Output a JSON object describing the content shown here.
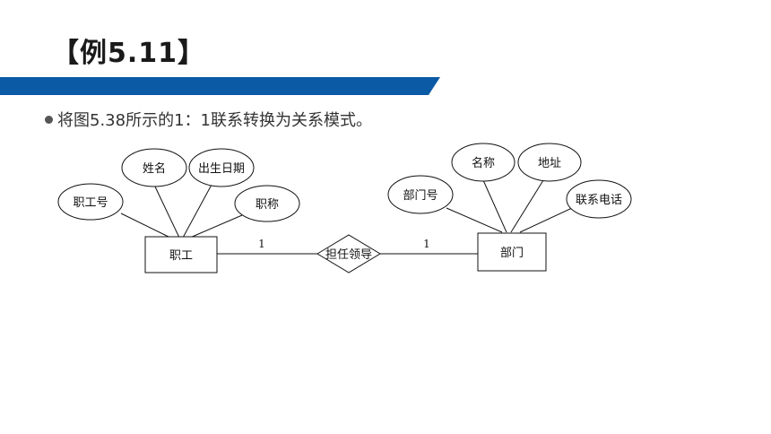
{
  "slide": {
    "title": "【例5.11】",
    "bullet": "将图5.38所示的1：1联系转换为关系模式。"
  },
  "colors": {
    "band": "#0b5aa6",
    "ink": "#111111"
  },
  "diagram": {
    "entities": {
      "employee": "职工",
      "department": "部门"
    },
    "relationship": "担任领导",
    "cardinality": {
      "employee_side": "1",
      "department_side": "1"
    },
    "employee_attributes": {
      "id": "职工号",
      "name": "姓名",
      "birthdate": "出生日期",
      "title": "职称"
    },
    "department_attributes": {
      "id": "部门号",
      "name": "名称",
      "address": "地址",
      "phone": "联系电话"
    }
  }
}
